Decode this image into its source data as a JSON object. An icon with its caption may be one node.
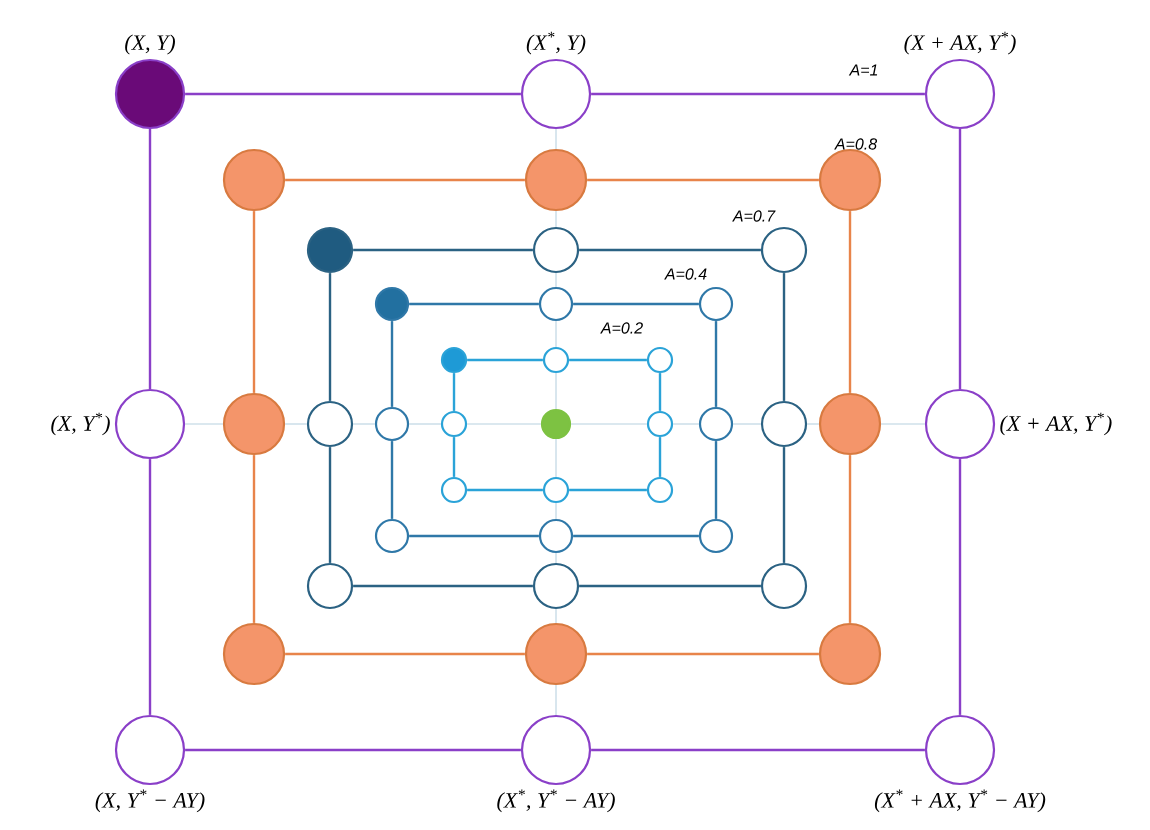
{
  "diagram": {
    "nodes": [
      {
        "text": [
          "(X, Y)"
        ]
      },
      {
        "text": [
          "(X$^{*}$, Y)"
        ]
      },
      {
        "text": [
          "(X + AX, Y$^{*}$)"
        ]
      },
      {
        "text": [
          "(X, Y$^{*}$)"
        ]
      },
      {
        "text": [
          "(X + AX, Y$^{*}$)"
        ]
      },
      {
        "text": [
          "(X, Y$^{*}$ − AY)"
        ]
      },
      {
        "text": [
          "(X$^{*}$, Y$^{*}$ − AY)"
        ]
      },
      {
        "text": [
          "(X$^{*}$ + AX, Y$^{*}$ − AY)"
        ]
      },
      {
        "text": [],
        "shape": "circle"
      },
      {
        "text": [],
        "shape": "circle"
      },
      {
        "text": [],
        "shape": "circle"
      },
      {
        "text": [],
        "shape": "circle"
      },
      {
        "text": [],
        "shape": "circle"
      },
      {
        "text": [],
        "shape": "circle"
      },
      {
        "text": [],
        "shape": "circle"
      },
      {
        "text": [],
        "shape": "circle"
      },
      {
        "text": [],
        "shape": "circle"
      },
      {
        "text": [],
        "shape": "circle"
      },
      {
        "text": [],
        "shape": "circle"
      },
      {
        "text": [],
        "shape": "circle"
      },
      {
        "text": [],
        "shape": "circle"
      },
      {
        "text": [],
        "shape": "circle"
      },
      {
        "text": [],
        "shape": "circle"
      },
      {
        "text": [],
        "shape": "circle"
      },
      {
        "text": [],
        "shape": "circle"
      },
      {
        "text": [],
        "shape": "circle"
      },
      {
        "text": [],
        "shape": "circle"
      },
      {
        "text": [],
        "shape": "circle"
      },
      {
        "text": [],
        "shape": "circle"
      },
      {
        "text": [],
        "shape": "circle"
      },
      {
        "text": [],
        "shape": "circle"
      },
      {
        "text": [],
        "shape": "circle"
      },
      {
        "text": [],
        "shape": "circle"
      },
      {
        "text": [],
        "shape": "circle"
      },
      {
        "text": [],
        "shape": "circle"
      },
      {
        "text": [],
        "shape": "circle"
      },
      {
        "text": [],
        "shape": "circle"
      },
      {
        "text": [],
        "shape": "circle"
      },
      {
        "text": [],
        "shape": "circle"
      },
      {
        "text": [],
        "shape": "circle"
      },
      {
        "text": [],
        "shape": "circle"
      }
    ],
    "edges": [
      {
        "from": 0,
        "to": 1,
        "arrow": "none",
        "color": "#8a3fc8"
      },
      {
        "from": 1,
        "to": 2,
        "arrow": "none",
        "color": "#8a3fc8"
      },
      {
        "from": 0,
        "to": 3,
        "arrow": "none",
        "color": "#8a3fc8"
      },
      {
        "from": 2,
        "to": 4,
        "arrow": "none",
        "color": "#8a3fc8"
      },
      {
        "from": 3,
        "to": 5,
        "arrow": "none",
        "color": "#8a3fc8"
      },
      {
        "from": 4,
        "to": 7,
        "arrow": "none",
        "color": "#8a3fc8"
      },
      {
        "from": 5,
        "to": 6,
        "arrow": "none",
        "color": "#8a3fc8"
      },
      {
        "from": 6,
        "to": 7,
        "arrow": "none",
        "color": "#8a3fc8"
      },
      {
        "from": 8,
        "to": 9,
        "arrow": "none",
        "color": "#e8844a"
      },
      {
        "from": 9,
        "to": 10,
        "arrow": "none",
        "color": "#e8844a"
      },
      {
        "from": 8,
        "to": 11,
        "arrow": "none",
        "color": "#e8844a"
      },
      {
        "from": 10,
        "to": 12,
        "arrow": "none",
        "color": "#e8844a"
      },
      {
        "from": 11,
        "to": 13,
        "arrow": "none",
        "color": "#e8844a"
      },
      {
        "from": 12,
        "to": 15,
        "arrow": "none",
        "color": "#e8844a"
      },
      {
        "from": 13,
        "to": 14,
        "arrow": "none",
        "color": "#e8844a"
      },
      {
        "from": 14,
        "to": 15,
        "arrow": "none",
        "color": "#e8844a"
      },
      {
        "from": 16,
        "to": 17,
        "arrow": "none",
        "color": "#2b6283"
      },
      {
        "from": 17,
        "to": 18,
        "arrow": "none",
        "color": "#2b6283"
      },
      {
        "from": 16,
        "to": 19,
        "arrow": "none",
        "color": "#2b6283"
      },
      {
        "from": 18,
        "to": 20,
        "arrow": "none",
        "color": "#2b6283"
      },
      {
        "from": 19,
        "to": 21,
        "arrow": "none",
        "color": "#2b6283"
      },
      {
        "from": 20,
        "to": 23,
        "arrow": "none",
        "color": "#2b6283"
      },
      {
        "from": 21,
        "to": 22,
        "arrow": "none",
        "color": "#2b6283"
      },
      {
        "from": 22,
        "to": 23,
        "arrow": "none",
        "color": "#2b6283"
      },
      {
        "from": 24,
        "to": 25,
        "arrow": "none",
        "color": "#2f78a8"
      },
      {
        "from": 25,
        "to": 26,
        "arrow": "none",
        "color": "#2f78a8"
      },
      {
        "from": 24,
        "to": 27,
        "arrow": "none",
        "color": "#2f78a8"
      },
      {
        "from": 26,
        "to": 28,
        "arrow": "none",
        "color": "#2f78a8"
      },
      {
        "from": 27,
        "to": 29,
        "arrow": "none",
        "color": "#2f78a8"
      },
      {
        "from": 28,
        "to": 31,
        "arrow": "none",
        "color": "#2f78a8"
      },
      {
        "from": 29,
        "to": 30,
        "arrow": "none",
        "color": "#2f78a8"
      },
      {
        "from": 30,
        "to": 31,
        "arrow": "none",
        "color": "#2f78a8"
      },
      {
        "from": 32,
        "to": 33,
        "arrow": "none",
        "color": "#2aa3d8"
      },
      {
        "from": 33,
        "to": 34,
        "arrow": "none",
        "color": "#2aa3d8"
      },
      {
        "from": 32,
        "to": 35,
        "arrow": "none",
        "color": "#2aa3d8"
      },
      {
        "from": 34,
        "to": 36,
        "arrow": "none",
        "color": "#2aa3d8"
      },
      {
        "from": 35,
        "to": 37,
        "arrow": "none",
        "color": "#2aa3d8"
      },
      {
        "from": 36,
        "to": 39,
        "arrow": "none",
        "color": "#2aa3d8"
      },
      {
        "from": 37,
        "to": 38,
        "arrow": "none",
        "color": "#2aa3d8"
      },
      {
        "from": 38,
        "to": 39,
        "arrow": "none",
        "color": "#2aa3d8"
      },
      {
        "from": 1,
        "to": 9,
        "arrow": "none",
        "color": "#cfe0ea"
      },
      {
        "from": 9,
        "to": 17,
        "arrow": "none",
        "color": "#cfe0ea"
      },
      {
        "from": 17,
        "to": 25,
        "arrow": "none",
        "color": "#cfe0ea"
      },
      {
        "from": 25,
        "to": 33,
        "arrow": "none",
        "color": "#cfe0ea"
      },
      {
        "from": 33,
        "to": 40,
        "arrow": "none",
        "color": "#cfe0ea"
      },
      {
        "from": 3,
        "to": 11,
        "arrow": "none",
        "color": "#cfe0ea"
      },
      {
        "from": 11,
        "to": 19,
        "arrow": "none",
        "color": "#cfe0ea"
      },
      {
        "from": 19,
        "to": 27,
        "arrow": "none",
        "color": "#cfe0ea"
      },
      {
        "from": 27,
        "to": 35,
        "arrow": "none",
        "color": "#cfe0ea"
      },
      {
        "from": 35,
        "to": 40,
        "arrow": "none",
        "color": "#cfe0ea"
      },
      {
        "from": 4,
        "to": 12,
        "arrow": "none",
        "color": "#cfe0ea"
      },
      {
        "from": 12,
        "to": 20,
        "arrow": "none",
        "color": "#cfe0ea"
      },
      {
        "from": 20,
        "to": 28,
        "arrow": "none",
        "color": "#cfe0ea"
      },
      {
        "from": 28,
        "to": 36,
        "arrow": "none",
        "color": "#cfe0ea"
      },
      {
        "from": 36,
        "to": 40,
        "arrow": "none",
        "color": "#cfe0ea"
      },
      {
        "from": 6,
        "to": 14,
        "arrow": "none",
        "color": "#cfe0ea"
      },
      {
        "from": 14,
        "to": 22,
        "arrow": "none",
        "color": "#cfe0ea"
      },
      {
        "from": 22,
        "to": 30,
        "arrow": "none",
        "color": "#cfe0ea"
      },
      {
        "from": 30,
        "to": 38,
        "arrow": "none",
        "color": "#cfe0ea"
      },
      {
        "from": 38,
        "to": 40,
        "arrow": "none",
        "color": "#cfe0ea"
      }
    ],
    "labels": [
      "A=1",
      "A=0.8",
      "A=0.7",
      "A=0.4",
      "A=0.2"
    ]
  }
}
